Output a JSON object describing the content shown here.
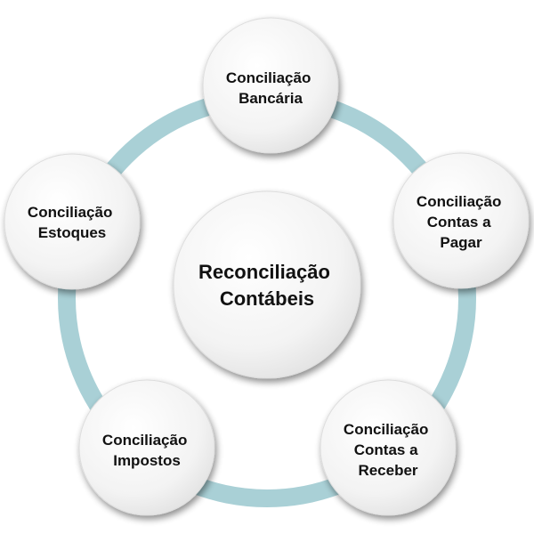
{
  "diagram": {
    "center": {
      "lines": [
        "Reconciliação",
        "Contábeis"
      ]
    },
    "nodes": [
      {
        "lines": [
          "Conciliação",
          "Bancária"
        ]
      },
      {
        "lines": [
          "Conciliação",
          "Contas a",
          "Pagar"
        ]
      },
      {
        "lines": [
          "Conciliação",
          "Contas a",
          "Receber"
        ]
      },
      {
        "lines": [
          "Conciliação",
          "Impostos"
        ]
      },
      {
        "lines": [
          "Conciliação",
          "Estoques"
        ]
      }
    ],
    "colors": {
      "ring": "#a9d0d6",
      "ring_edge": "#8fbcc4",
      "circle_fill": "#f5f5f5",
      "circle_edge": "#dddddd",
      "text": "#111111"
    }
  }
}
